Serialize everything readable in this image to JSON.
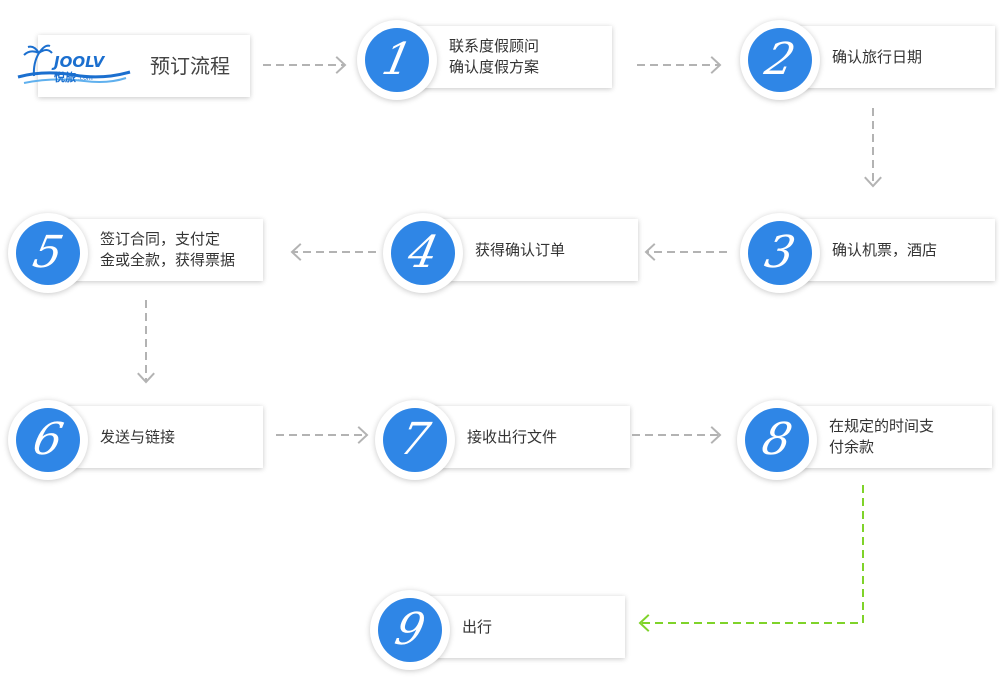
{
  "header": {
    "title": "预订流程",
    "logo": {
      "wordmark": "JOOLV",
      "cn_name": "悦旅",
      "domain": ".com",
      "icon": "palm-island-logo"
    }
  },
  "steps": [
    {
      "number": "1",
      "lines": [
        "联系度假顾问",
        "确认度假方案"
      ]
    },
    {
      "number": "2",
      "lines": [
        "确认旅行日期"
      ]
    },
    {
      "number": "3",
      "lines": [
        "确认机票，酒店"
      ]
    },
    {
      "number": "4",
      "lines": [
        "获得确认订单"
      ]
    },
    {
      "number": "5",
      "lines": [
        "签订合同，支付定",
        "金或全款，获得票据"
      ]
    },
    {
      "number": "6",
      "lines": [
        "发送与链接"
      ]
    },
    {
      "number": "7",
      "lines": [
        "接收出行文件"
      ]
    },
    {
      "number": "8",
      "lines": [
        "在规定的时间支",
        "付余款"
      ]
    },
    {
      "number": "9",
      "lines": [
        "出行"
      ]
    }
  ],
  "arrows": [
    {
      "from": "header",
      "to": "1",
      "direction": "right",
      "color": "#b3b3b3"
    },
    {
      "from": "1",
      "to": "2",
      "direction": "right",
      "color": "#b3b3b3"
    },
    {
      "from": "2",
      "to": "3",
      "direction": "down",
      "color": "#b3b3b3"
    },
    {
      "from": "3",
      "to": "4",
      "direction": "left",
      "color": "#b3b3b3"
    },
    {
      "from": "4",
      "to": "5",
      "direction": "left",
      "color": "#b3b3b3"
    },
    {
      "from": "5",
      "to": "6",
      "direction": "down",
      "color": "#b3b3b3"
    },
    {
      "from": "6",
      "to": "7",
      "direction": "right",
      "color": "#b3b3b3"
    },
    {
      "from": "7",
      "to": "8",
      "direction": "right",
      "color": "#b3b3b3"
    },
    {
      "from": "8",
      "to": "9",
      "direction": "down-left",
      "color": "#7fd32a"
    }
  ],
  "colors": {
    "disc": "#2f86e6",
    "arrow_default": "#b3b3b3",
    "arrow_final": "#7fd32a",
    "logo_blue": "#1b6fcf"
  }
}
